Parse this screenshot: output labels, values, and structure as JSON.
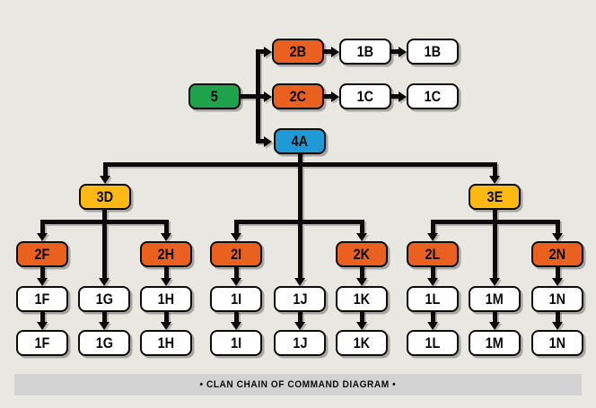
{
  "diagram": {
    "caption": "• CLAN CHAIN OF COMMAND DIAGRAM •",
    "colors": {
      "background": "#E9E7E2",
      "caption_bar": "#D2D2D2",
      "line": "#0B0B0B",
      "green": "#1EA24B",
      "orange": "#E9601F",
      "blue": "#1F9AD6",
      "yellow": "#FDB913",
      "white": "#FFFFFF"
    },
    "nodes": [
      {
        "id": "5",
        "label": "5",
        "color": "green"
      },
      {
        "id": "2B",
        "label": "2B",
        "color": "orange"
      },
      {
        "id": "1B-1",
        "label": "1B",
        "color": "white"
      },
      {
        "id": "1B-2",
        "label": "1B",
        "color": "white"
      },
      {
        "id": "2C",
        "label": "2C",
        "color": "orange"
      },
      {
        "id": "1C-1",
        "label": "1C",
        "color": "white"
      },
      {
        "id": "1C-2",
        "label": "1C",
        "color": "white"
      },
      {
        "id": "4A",
        "label": "4A",
        "color": "blue"
      },
      {
        "id": "3D",
        "label": "3D",
        "color": "yellow"
      },
      {
        "id": "3E",
        "label": "3E",
        "color": "yellow"
      },
      {
        "id": "2F",
        "label": "2F",
        "color": "orange"
      },
      {
        "id": "2H",
        "label": "2H",
        "color": "orange"
      },
      {
        "id": "2I",
        "label": "2I",
        "color": "orange"
      },
      {
        "id": "2K",
        "label": "2K",
        "color": "orange"
      },
      {
        "id": "2L",
        "label": "2L",
        "color": "orange"
      },
      {
        "id": "2N",
        "label": "2N",
        "color": "orange"
      },
      {
        "id": "1F-a",
        "label": "1F",
        "color": "white"
      },
      {
        "id": "1G-a",
        "label": "1G",
        "color": "white"
      },
      {
        "id": "1H-a",
        "label": "1H",
        "color": "white"
      },
      {
        "id": "1I-a",
        "label": "1I",
        "color": "white"
      },
      {
        "id": "1J-a",
        "label": "1J",
        "color": "white"
      },
      {
        "id": "1K-a",
        "label": "1K",
        "color": "white"
      },
      {
        "id": "1L-a",
        "label": "1L",
        "color": "white"
      },
      {
        "id": "1M-a",
        "label": "1M",
        "color": "white"
      },
      {
        "id": "1N-a",
        "label": "1N",
        "color": "white"
      },
      {
        "id": "1F-b",
        "label": "1F",
        "color": "white"
      },
      {
        "id": "1G-b",
        "label": "1G",
        "color": "white"
      },
      {
        "id": "1H-b",
        "label": "1H",
        "color": "white"
      },
      {
        "id": "1I-b",
        "label": "1I",
        "color": "white"
      },
      {
        "id": "1J-b",
        "label": "1J",
        "color": "white"
      },
      {
        "id": "1K-b",
        "label": "1K",
        "color": "white"
      },
      {
        "id": "1L-b",
        "label": "1L",
        "color": "white"
      },
      {
        "id": "1M-b",
        "label": "1M",
        "color": "white"
      },
      {
        "id": "1N-b",
        "label": "1N",
        "color": "white"
      }
    ],
    "edges": [
      "5>2B",
      "5>2C",
      "5>4A",
      "2B>1B-1",
      "1B-1>1B-2",
      "2C>1C-1",
      "1C-1>1C-2",
      "4A>3D",
      "4A>3E",
      "4A>1J-a",
      "4A>2I",
      "4A>2K",
      "3D>2F",
      "3D>2H",
      "3D>1G-a",
      "3E>2L",
      "3E>2N",
      "3E>1M-a",
      "2F>1F-a",
      "2H>1H-a",
      "2I>1I-a",
      "2K>1K-a",
      "2L>1L-a",
      "2N>1N-a",
      "1F-a>1F-b",
      "1G-a>1G-b",
      "1H-a>1H-b",
      "1I-a>1I-b",
      "1J-a>1J-b",
      "1K-a>1K-b",
      "1L-a>1L-b",
      "1M-a>1M-b",
      "1N-a>1N-b"
    ]
  }
}
